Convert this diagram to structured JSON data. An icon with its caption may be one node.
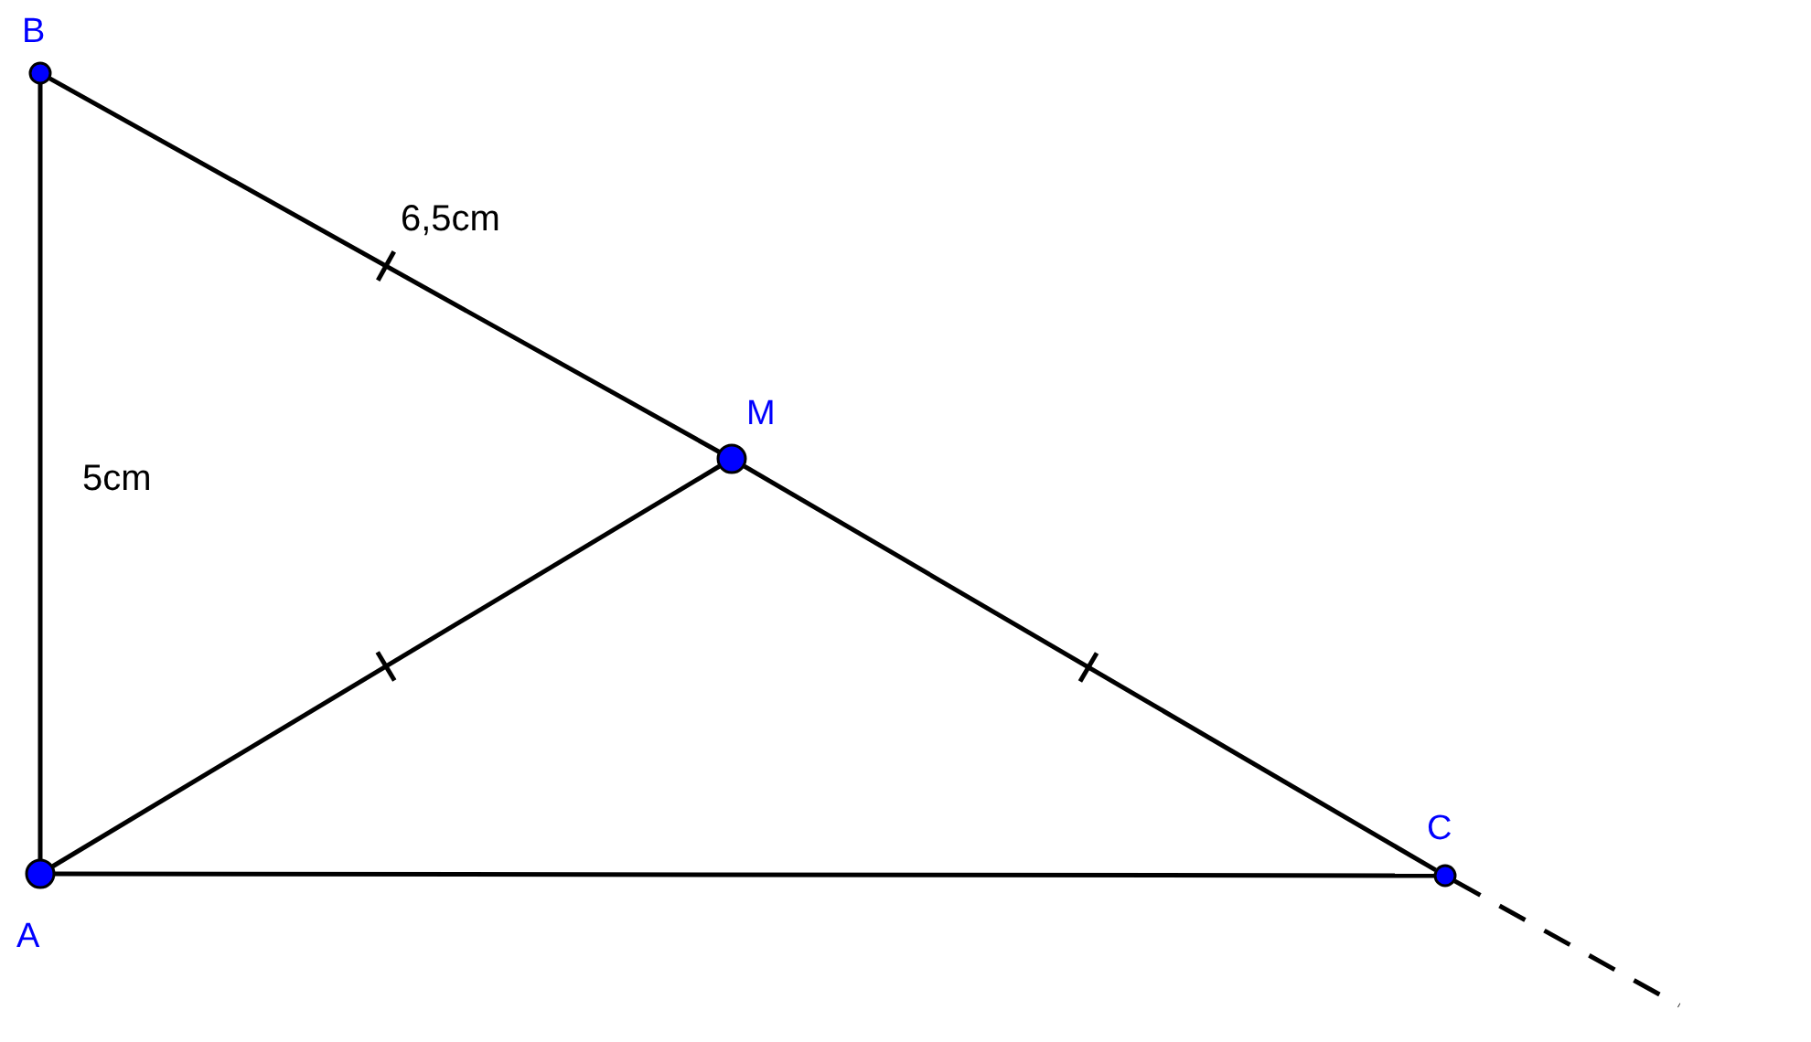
{
  "diagram": {
    "nodes": [
      {
        "text": [
          "B"
        ]
      },
      {
        "text": [
          "M"
        ]
      },
      {
        "text": [
          "A"
        ]
      },
      {
        "text": [
          "C"
        ]
      }
    ],
    "edges": [
      {
        "from": 0,
        "to": 2,
        "arrow": "none"
      },
      {
        "from": 0,
        "to": 1,
        "arrow": "none"
      },
      {
        "from": 1,
        "to": 3,
        "arrow": "none"
      },
      {
        "from": 2,
        "to": 1,
        "arrow": "none"
      },
      {
        "from": 2,
        "to": 3,
        "arrow": "none"
      },
      {
        "from": 3,
        "to": null,
        "arrow": "none",
        "style": "dashed"
      }
    ],
    "labels": [
      "6,5cm",
      "5cm"
    ]
  }
}
